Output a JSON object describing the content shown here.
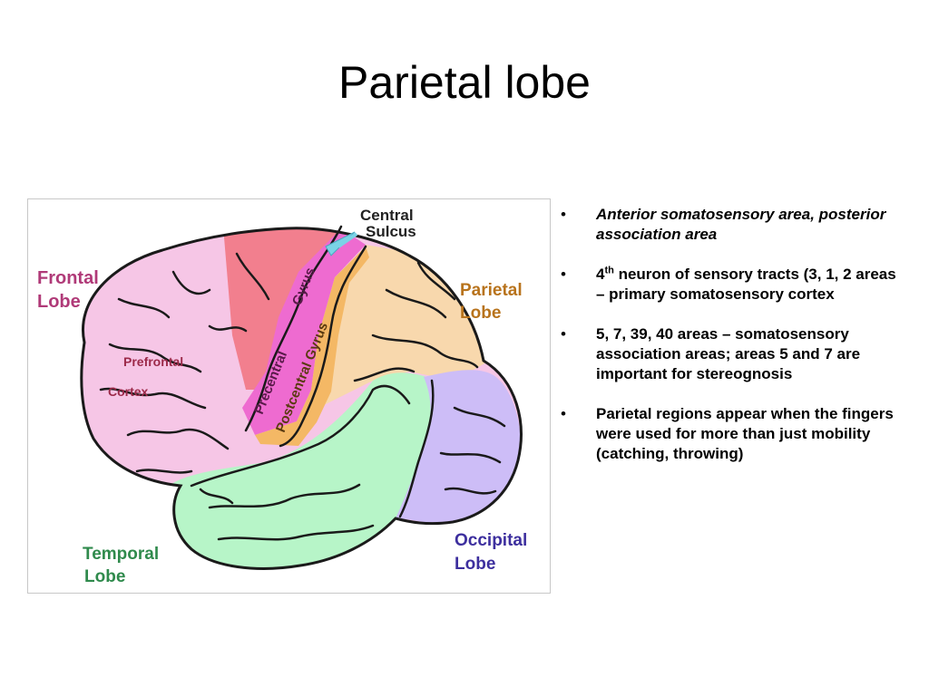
{
  "slide": {
    "title": "Parietal lobe"
  },
  "diagram": {
    "labels": {
      "central_sulcus_1": "Central",
      "central_sulcus_2": "Sulcus",
      "frontal_1": "Frontal",
      "frontal_2": "Lobe",
      "parietal_1": "Parietal",
      "parietal_2": "Lobe",
      "prefrontal_1": "Prefrontal",
      "prefrontal_2": "Cortex",
      "gyrus": "Gyrus",
      "precentral": "Precentral",
      "postcentral_gyrus": "Postcentral Gyrus",
      "temporal_1": "Temporal",
      "temporal_2": "Lobe",
      "occipital_1": "Occipital",
      "occipital_2": "Lobe"
    },
    "colors": {
      "frontal": "#f6c6e6",
      "prefrontal_red": "#f27f8e",
      "precentral": "#ee6bd0",
      "parietal": "#f8d8ad",
      "postcentral": "#f4b865",
      "temporal": "#b7f5c8",
      "occipital": "#cdbdf7",
      "frontal_text": "#b03a78",
      "parietal_text": "#b8731c",
      "temporal_text": "#2f8a4c",
      "occipital_text": "#3d2f9e",
      "arrow": "#7ad3e6"
    }
  },
  "bullets": {
    "b1": "Anterior somatosensory area, posterior association area",
    "b2_pre": "4",
    "b2_sup": "th",
    "b2_post": " neuron of sensory tracts (3, 1, 2 areas  – primary somatosensory cortex",
    "b3": "5, 7, 39, 40 areas – somatosensory association areas; areas 5 and 7 are important for stereognosis",
    "b4": "Parietal regions appear when the fingers were used for more than just mobility (catching, throwing)",
    "marker": "•"
  }
}
